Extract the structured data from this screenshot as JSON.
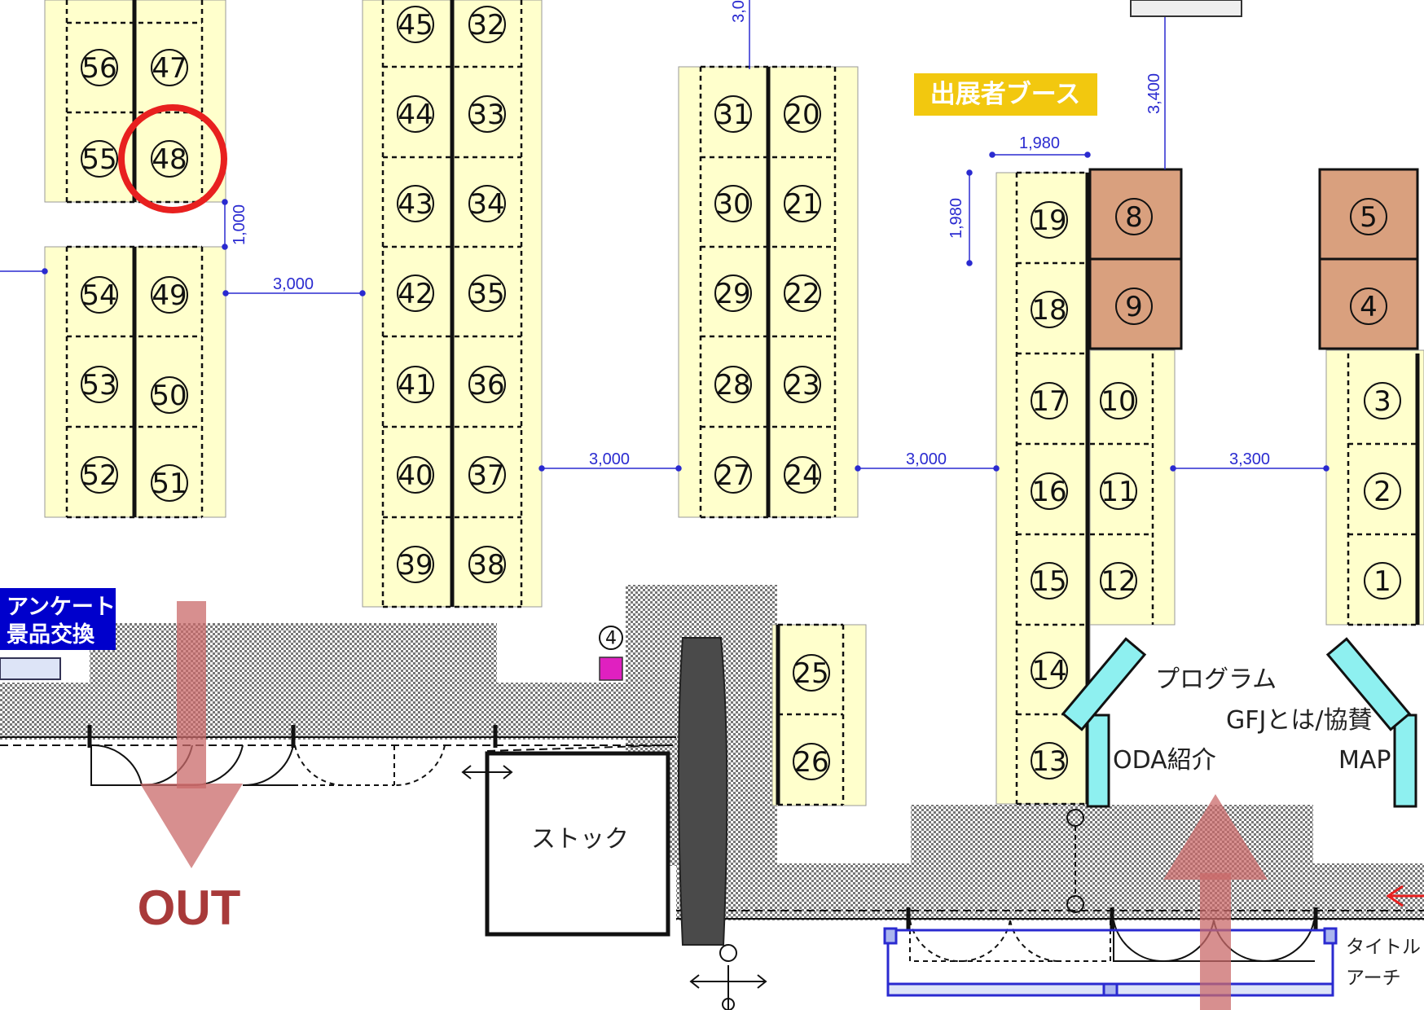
{
  "booths": [
    {
      "num": "56"
    },
    {
      "num": "47"
    },
    {
      "num": "55"
    },
    {
      "num": "48"
    },
    {
      "num": "54"
    },
    {
      "num": "49"
    },
    {
      "num": "53"
    },
    {
      "num": "50"
    },
    {
      "num": "52"
    },
    {
      "num": "51"
    },
    {
      "num": "45"
    },
    {
      "num": "32"
    },
    {
      "num": "44"
    },
    {
      "num": "33"
    },
    {
      "num": "43"
    },
    {
      "num": "34"
    },
    {
      "num": "42"
    },
    {
      "num": "35"
    },
    {
      "num": "41"
    },
    {
      "num": "36"
    },
    {
      "num": "40"
    },
    {
      "num": "37"
    },
    {
      "num": "39"
    },
    {
      "num": "38"
    },
    {
      "num": "31"
    },
    {
      "num": "20"
    },
    {
      "num": "30"
    },
    {
      "num": "21"
    },
    {
      "num": "29"
    },
    {
      "num": "22"
    },
    {
      "num": "28"
    },
    {
      "num": "23"
    },
    {
      "num": "27"
    },
    {
      "num": "24"
    },
    {
      "num": "25"
    },
    {
      "num": "26"
    },
    {
      "num": "19"
    },
    {
      "num": "18"
    },
    {
      "num": "17"
    },
    {
      "num": "16"
    },
    {
      "num": "15"
    },
    {
      "num": "14"
    },
    {
      "num": "13"
    },
    {
      "num": "10"
    },
    {
      "num": "11"
    },
    {
      "num": "12"
    },
    {
      "num": "8"
    },
    {
      "num": "9"
    },
    {
      "num": "5"
    },
    {
      "num": "4"
    },
    {
      "num": "3"
    },
    {
      "num": "2"
    },
    {
      "num": "1"
    }
  ],
  "marker_num": "4",
  "dimensions": {
    "d_1000": "1,000",
    "d_3000_a": "3,000",
    "d_3000_b": "3,000",
    "d_3000_c": "3,000",
    "d_3300": "3,300",
    "d_1980_h": "1,980",
    "d_1980_v": "1,980",
    "d_3400": "3,400",
    "d_top": "3,0"
  },
  "labels": {
    "exhibitor_booth": "出展者ブース",
    "survey_line1": "アンケート",
    "survey_line2": "景品交換",
    "out": "OUT",
    "stock": "ストック",
    "program": "プログラム",
    "gfj": "GFJとは/協賛",
    "oda": "ODA紹介",
    "map": "MAP",
    "title_line1": "タイトル",
    "title_line2": "アーチ"
  },
  "colors": {
    "booth_fill": "#ffffcc",
    "sponsor_fill": "#d9a07e",
    "dim_blue": "#2a2ad0",
    "arrow": "#c96a6a",
    "highlight_circle": "#e8201f",
    "label_yellow": "#f2c80f",
    "label_blue": "#0000cc",
    "panel_cyan": "#8ef0f0",
    "marker_magenta": "#e020c0"
  }
}
